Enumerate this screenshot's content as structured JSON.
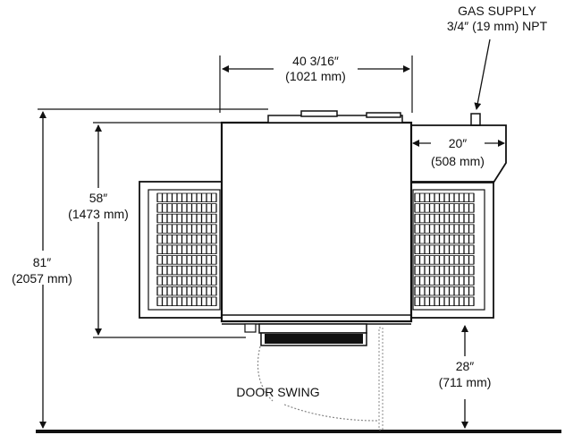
{
  "gas_supply": {
    "line1": "GAS SUPPLY",
    "line2": "3/4″ (19 mm) NPT"
  },
  "width_top": {
    "imperial": "40 3/16″",
    "metric": "(1021 mm)"
  },
  "height_body": {
    "imperial": "58″",
    "metric": "(1473 mm)"
  },
  "height_total": {
    "imperial": "81″",
    "metric": "(2057 mm)"
  },
  "side_width": {
    "imperial": "20″",
    "metric": "(508 mm)"
  },
  "floor_clearance": {
    "imperial": "28″",
    "metric": "(711 mm)"
  },
  "door_swing": "DOOR SWING",
  "colors": {
    "line": "#111111",
    "background": "#ffffff",
    "dotted": "#888888"
  }
}
